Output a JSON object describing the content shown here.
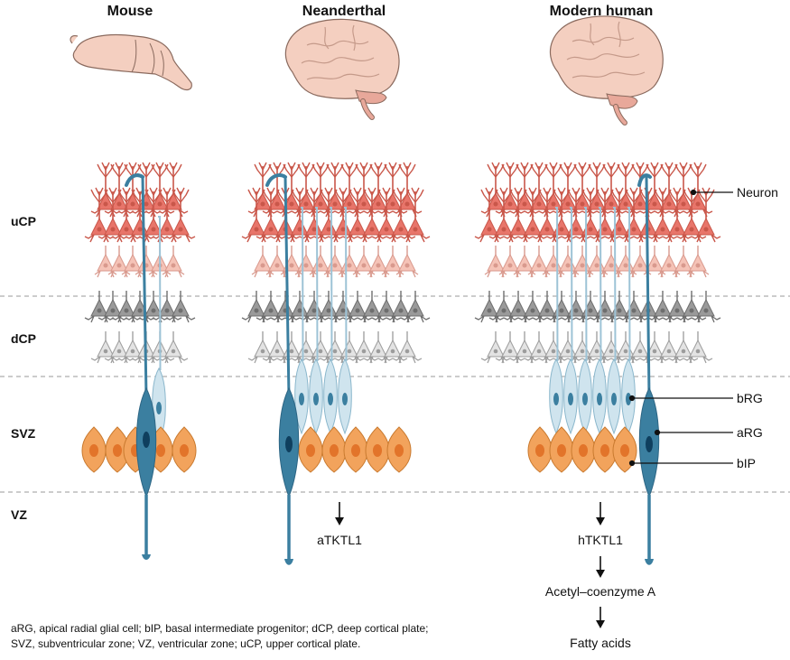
{
  "columns": [
    {
      "title": "Mouse"
    },
    {
      "title": "Neanderthal"
    },
    {
      "title": "Modern human"
    }
  ],
  "layers": [
    "uCP",
    "dCP",
    "SVZ",
    "VZ"
  ],
  "callouts": {
    "neuron": "Neuron",
    "brg": "bRG",
    "arg": "aRG",
    "bip": "bIP"
  },
  "pathways": {
    "neanderthal": [
      "aTKTL1"
    ],
    "human": [
      "hTKTL1",
      "Acetyl–coenzyme A",
      "Fatty acids"
    ]
  },
  "legend": "aRG, apical radial glial cell; bIP, basal intermediate progenitor; dCP, deep cortical plate; SVZ, subventricular zone; VZ, ventricular zone; uCP, upper cortical plate.",
  "colors": {
    "upper_neuron": "#e8756a",
    "upper_neuron_light": "#f2b3a6",
    "deep_neuron": "#9a9a9a",
    "deep_neuron_light": "#d4d4d4",
    "radial_glia_dark": "#3b7fa0",
    "radial_glia_light": "#c8dfea",
    "bip": "#f2a35c",
    "brain": "#f4cfc0"
  }
}
